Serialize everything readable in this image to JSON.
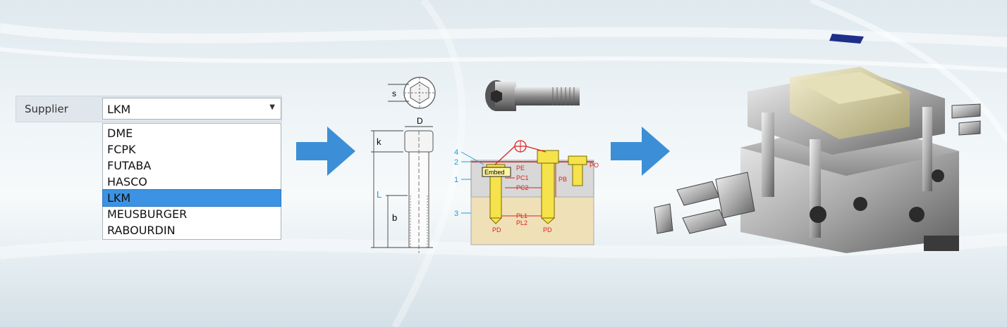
{
  "supplier": {
    "label": "Supplier",
    "selected": "LKM",
    "options": [
      "DME",
      "FCPK",
      "FUTABA",
      "HASCO",
      "LKM",
      "MEUSBURGER",
      "RABOURDIN"
    ],
    "selected_index": 4
  },
  "screw_drawing": {
    "dims": {
      "s": "s",
      "D": "D",
      "k": "k",
      "L": "L",
      "b": "b"
    }
  },
  "plate_drawing": {
    "layers": [
      "4",
      "2",
      "1",
      "3"
    ],
    "labels": {
      "embed": "Embed",
      "pe": "PE",
      "pc1": "PC1",
      "pc2": "PC2",
      "pb": "PB",
      "po": "PO",
      "pl1": "PL1",
      "pl2": "PL2",
      "pd1": "PD",
      "pd2": "PD"
    }
  },
  "colors": {
    "accent_arrow": "#3c8fd6",
    "selection": "#3d93e3",
    "yellow": "#f6e24a",
    "red": "#e02020",
    "cyan": "#1aa0d8"
  }
}
